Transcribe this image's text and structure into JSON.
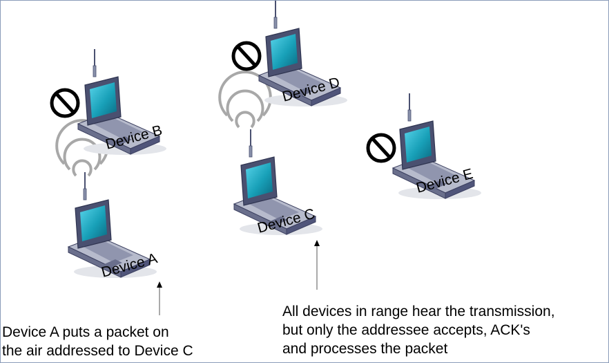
{
  "devices": [
    {
      "label": "Device A",
      "state": "transmitting"
    },
    {
      "label": "Device B",
      "state": "blocked"
    },
    {
      "label": "Device C",
      "state": "receiving"
    },
    {
      "label": "Device D",
      "state": "blocked"
    },
    {
      "label": "Device E",
      "state": "blocked"
    }
  ],
  "captions": {
    "left": [
      "Device A puts a packet on",
      "the air addressed to Device C"
    ],
    "right": [
      "All devices in range hear the transmission,",
      "but only the addressee accepts, ACK's",
      "and processes the packet"
    ]
  },
  "colors": {
    "screen": "#18a0b8",
    "laptop_body": "#4a5070",
    "laptop_base": "#8e93ad",
    "signal_waves": "#a8a8a8",
    "blocked_symbol": "#000000",
    "frame_border": "#8a9bb8"
  },
  "icons": {
    "device": "laptop-icon",
    "signal": "radio-waves-icon",
    "blocked": "prohibited-icon",
    "pointer": "arrow-up-icon"
  }
}
